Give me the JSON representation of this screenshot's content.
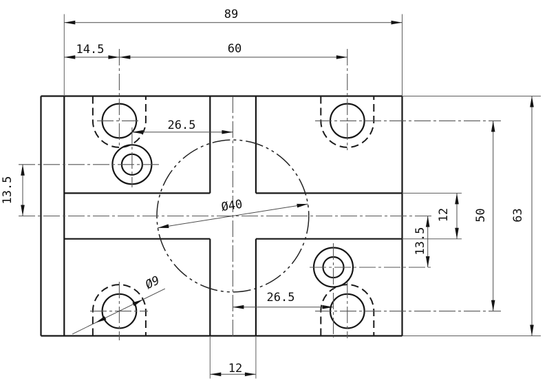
{
  "drawing": {
    "dims": {
      "overall_width": "89",
      "edge_to_first_hole": "14.5",
      "hole_spacing_horizontal": "60",
      "center_offset_upper": "26.5",
      "center_offset_lower": "26.5",
      "bore_diameter": "Ø40",
      "hole_diameter": "Ø9",
      "hole_offset_left": "13.5",
      "hole_offset_right": "13.5",
      "slot_width_right": "12",
      "slot_width_bottom": "12",
      "hole_spacing_vertical": "50",
      "overall_height": "63"
    }
  }
}
